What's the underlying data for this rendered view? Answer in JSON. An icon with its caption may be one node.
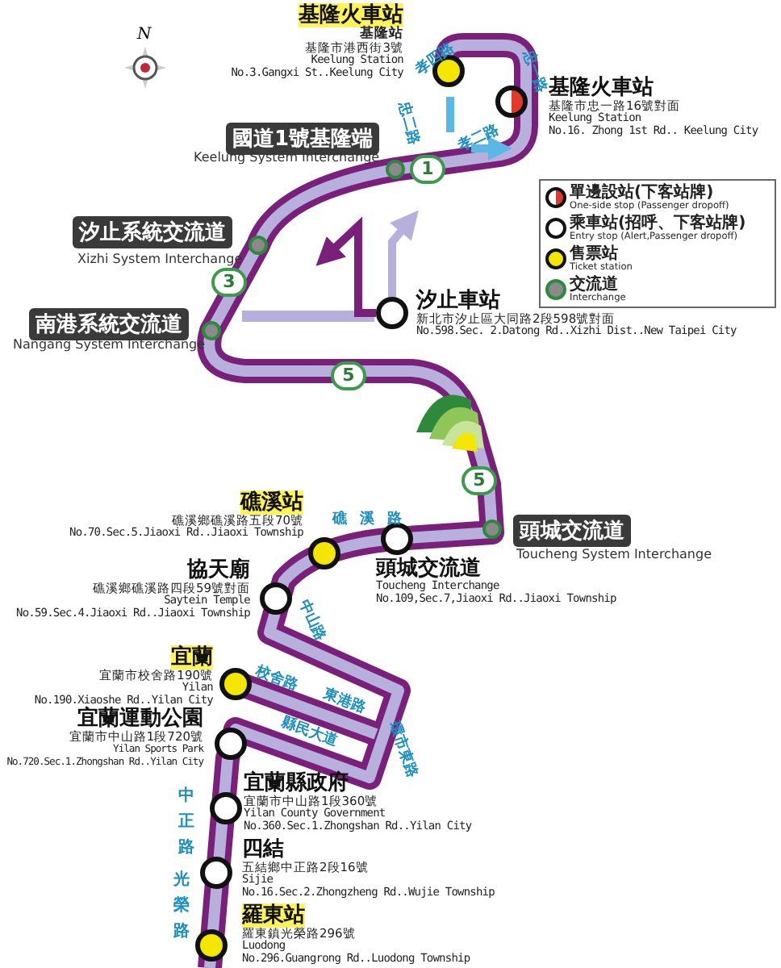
{
  "diagram": {
    "nodes": [
      {
        "text": [],
        "shape": "circle",
        "beside": [
          "基隆火車站",
          "基隆站",
          "基隆市港西街3號",
          "Keelung Station",
          "No.3.Gangxi St..Keelung City"
        ]
      },
      {
        "text": [],
        "shape": "circle",
        "beside": [
          "基隆火車站",
          "基隆市忠一路16號對面",
          "Keelung Station",
          "No.16. Zhong 1st Rd.. Keelung City"
        ]
      },
      {
        "text": [
          "國道1號基隆端"
        ],
        "beside": [
          "Keelung System Interchange"
        ]
      },
      {
        "text": [
          "汐止系統交流道"
        ],
        "beside": [
          "Xizhi System Interchange"
        ]
      },
      {
        "text": [
          "南港系統交流道"
        ],
        "beside": [
          "Nangang System Interchange"
        ]
      },
      {
        "text": [],
        "shape": "circle",
        "beside": [
          "汐止車站",
          "新北市汐止區大同路2段598號對面",
          "No.598.Sec. 2.Datong Rd..Xizhi Dist..New Taipei City"
        ]
      },
      {
        "text": [
          "頭城交流道"
        ],
        "beside": [
          "Toucheng System Interchange"
        ]
      },
      {
        "text": [],
        "shape": "circle",
        "beside": [
          "頭城交流道",
          "Toucheng Interchange",
          "No.109,Sec.7,Jiaoxi Rd..Jiaoxi Township"
        ]
      },
      {
        "text": [],
        "shape": "circle",
        "beside": [
          "礁溪站",
          "礁溪鄉礁溪路五段70號",
          "No.70.Sec.5.Jiaoxi Rd..Jiaoxi Township"
        ]
      },
      {
        "text": [],
        "shape": "circle",
        "beside": [
          "協天廟",
          "礁溪鄉礁溪路四段59號對面",
          "Saytein Temple",
          "No.59.Sec.4.Jiaoxi Rd..Jiaoxi Township"
        ]
      },
      {
        "text": [],
        "shape": "circle",
        "beside": [
          "宜蘭",
          "宜蘭市校舍路190號",
          "Yilan",
          "No.190.Xiaoshe Rd..Yilan City"
        ]
      },
      {
        "text": [],
        "shape": "circle",
        "beside": [
          "宜蘭運動公園",
          "宜蘭市中山路1段720號",
          "Yilan Sports Park",
          "No.720.Sec.1.Zhongshan Rd..Yilan City"
        ]
      },
      {
        "text": [],
        "shape": "circle",
        "beside": [
          "宜蘭縣政府",
          "宜蘭市中山路1段360號",
          "Yilan County Government",
          "No.360.Sec.1.Zhongshan Rd..Yilan City"
        ]
      },
      {
        "text": [],
        "shape": "circle",
        "beside": [
          "四結",
          "五結鄉中正路2段16號",
          "Sijie",
          "No.16.Sec.2.Zhongzheng Rd..Wujie Township"
        ]
      },
      {
        "text": [],
        "shape": "circle",
        "beside": [
          "羅東站",
          "羅東鎮光榮路296號",
          "Luodong",
          "No.296.Guangrong Rd..Luodong Township"
        ]
      }
    ],
    "edges": [
      {
        "from": 5,
        "to": null,
        "arrow": "to"
      },
      {
        "from": 5,
        "to": null,
        "arrow": "to",
        "color": "#b8b0dc"
      }
    ],
    "labels": [
      "N",
      "孝四路",
      "忠一路",
      "忠二路",
      "孝二路",
      "1",
      "3",
      "5",
      "5",
      "礁溪路",
      "中山路",
      "校舍路",
      "東港路",
      "縣民大道",
      "環市東路",
      "中正路",
      "光榮路"
    ],
    "legend": [
      {
        "text": "**單邊設站(下客站牌)** One-side stop (Passenger dropoff)"
      },
      {
        "text": "**乘車站(招呼、下客站牌)** Entry stop (Alert,Passenger dropoff)"
      },
      {
        "text": "**售票站** Ticket station"
      },
      {
        "text": "**交流道** Interchange"
      }
    ]
  }
}
